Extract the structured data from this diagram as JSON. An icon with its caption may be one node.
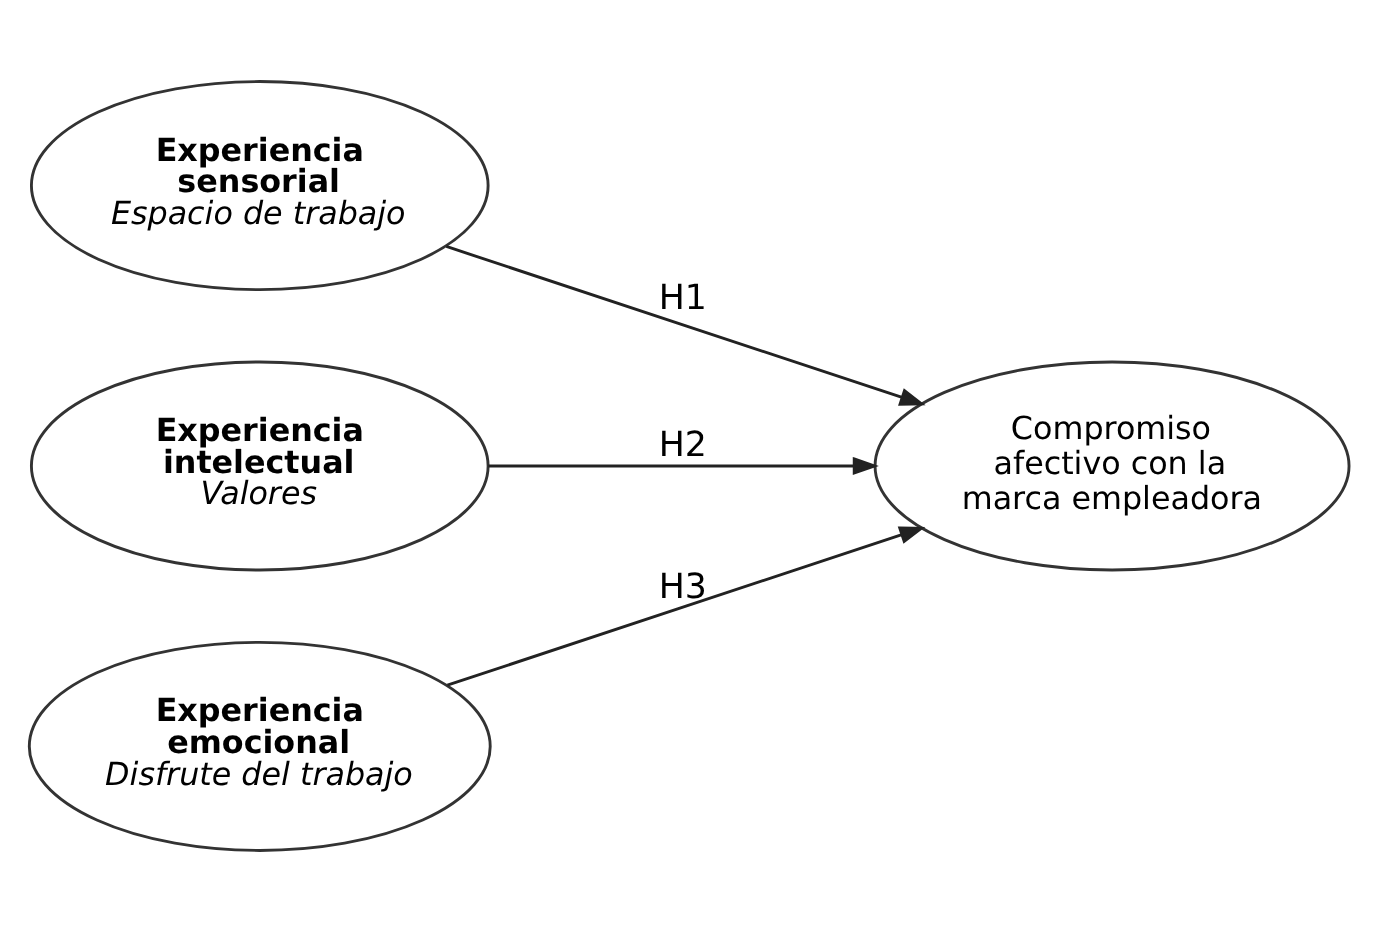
{
  "diagram": {
    "nodes": [
      {
        "text": [
          "Experiencia sensorial",
          "Espacio de trabajo"
        ]
      },
      {
        "text": [
          "Experiencia intelectual",
          "Valores"
        ]
      },
      {
        "text": [
          "Experiencia emocional",
          "Disfrute del trabajo"
        ]
      },
      {
        "text": [
          "Compromiso afectivo con la marca empleadora"
        ]
      }
    ],
    "edges": [
      {
        "from": 0,
        "to": 3,
        "arrow": "to",
        "label": "H1"
      },
      {
        "from": 1,
        "to": 3,
        "arrow": "to",
        "label": "H2"
      },
      {
        "from": 2,
        "to": 3,
        "arrow": "to",
        "label": "H3"
      }
    ]
  }
}
